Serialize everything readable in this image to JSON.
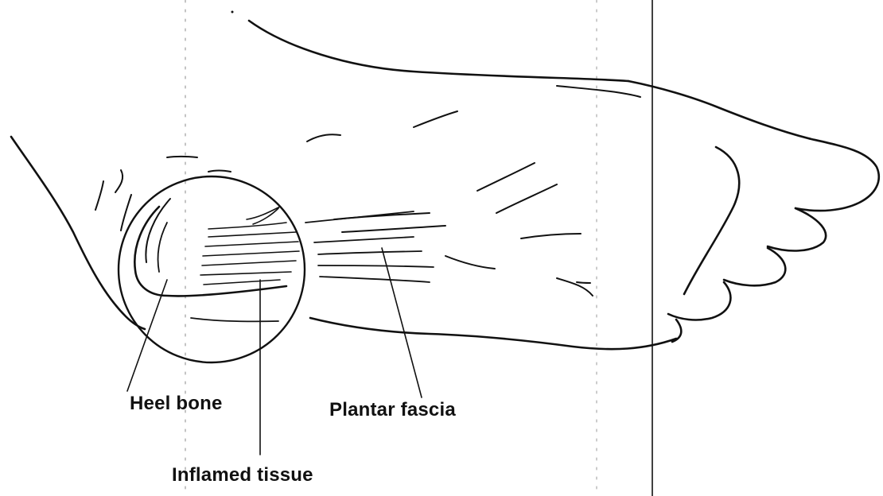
{
  "diagram": {
    "labels": {
      "heel_bone": "Heel bone",
      "plantar_fascia": "Plantar fascia",
      "inflamed_tissue": "Inflamed tissue"
    },
    "colors": {
      "ink": "#111111",
      "background": "#ffffff"
    }
  }
}
